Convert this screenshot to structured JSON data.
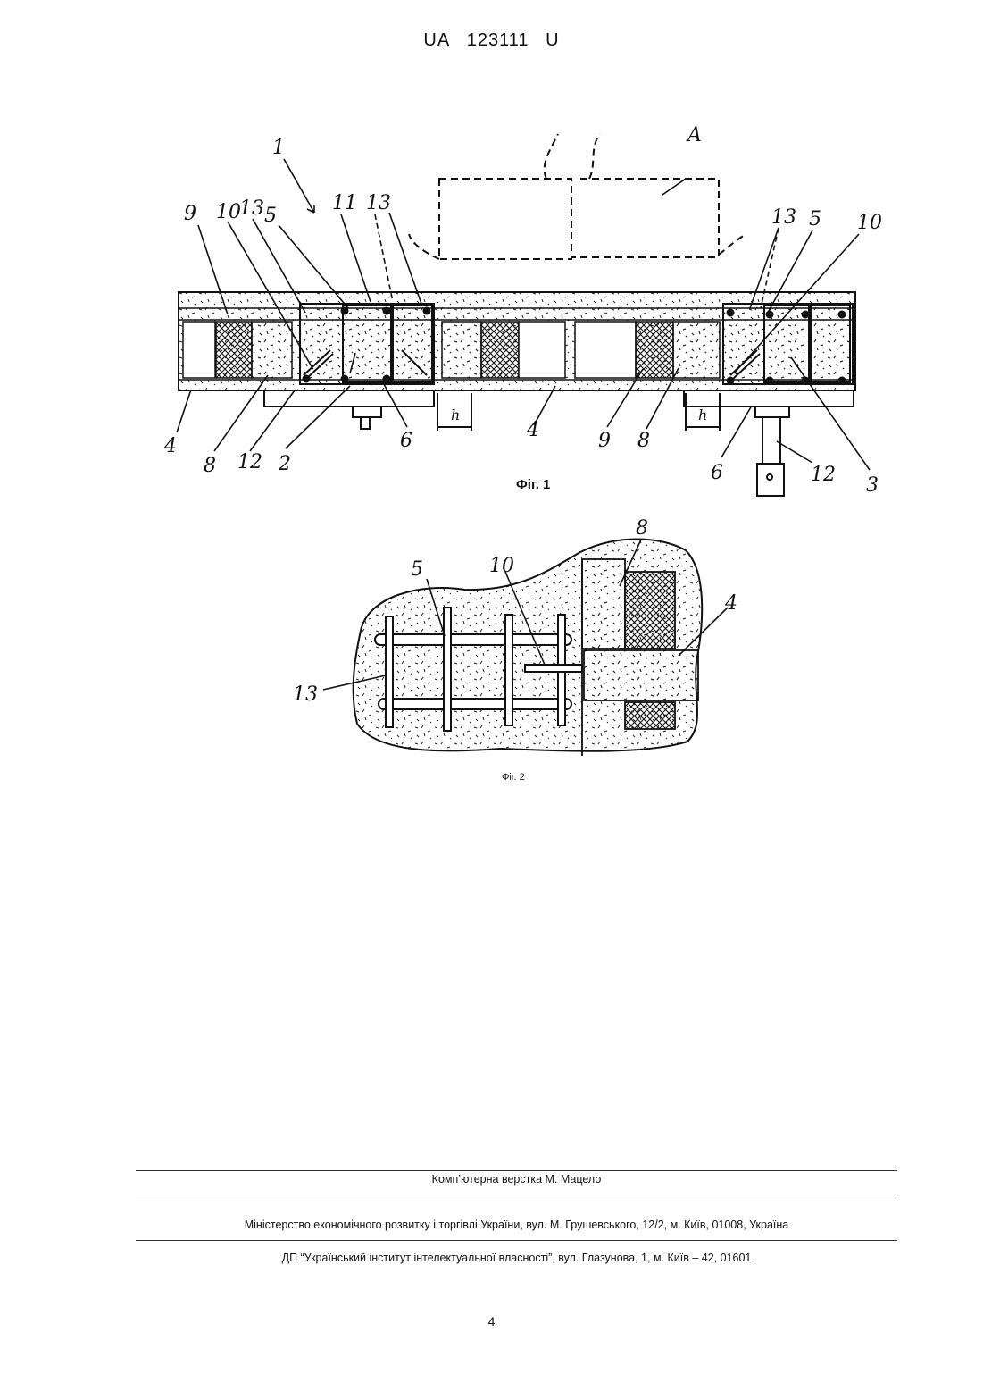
{
  "header": {
    "office": "UA",
    "number": "123111",
    "kind": "U"
  },
  "figures": {
    "fig1": {
      "caption": "Фіг. 1",
      "labels": [
        "1",
        "9",
        "10",
        "13",
        "5",
        "11",
        "13",
        "A",
        "13",
        "5",
        "10",
        "4",
        "8",
        "12",
        "2",
        "6",
        "h",
        "4",
        "9",
        "8",
        "h",
        "6",
        "12",
        "3"
      ]
    },
    "fig2": {
      "caption": "Фіг. 2",
      "labels": [
        "8",
        "5",
        "10",
        "4",
        "13"
      ]
    }
  },
  "footer": {
    "layout": "Комп’ютерна верстка М. Мацело",
    "ministry": "Міністерство економічного розвитку і торгівлі України, вул. М. Грушевського, 12/2, м. Київ, 01008, Україна",
    "institute": "ДП “Український інститут інтелектуальної власності”, вул. Глазунова, 1, м. Київ – 42, 01601"
  },
  "page": {
    "number": "4"
  }
}
